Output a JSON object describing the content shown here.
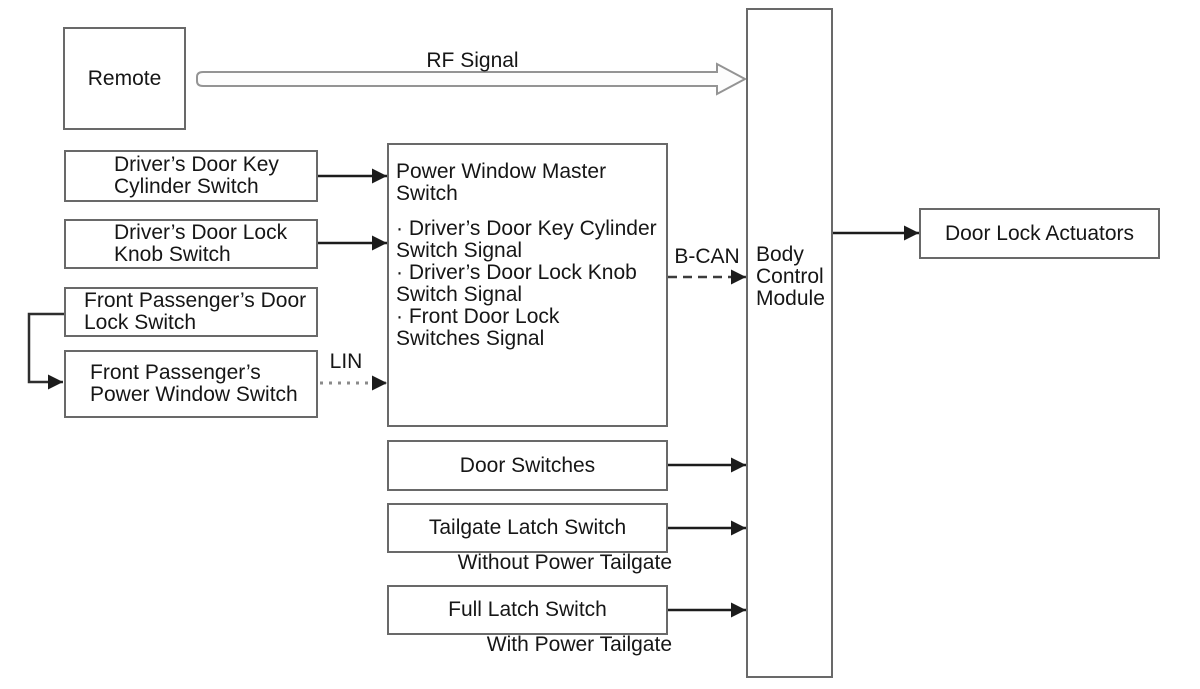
{
  "diagram": {
    "boxes": {
      "remote": {
        "lines": [
          "Remote"
        ]
      },
      "driver_door_key_cylinder_switch": {
        "lines": [
          "Driver’s Door Key",
          "Cylinder Switch"
        ]
      },
      "driver_door_lock_knob_switch": {
        "lines": [
          "Driver’s Door Lock",
          "Knob Switch"
        ]
      },
      "front_passenger_door_lock_switch": {
        "lines": [
          "Front Passenger’s Door",
          "Lock Switch"
        ]
      },
      "front_passenger_power_window_switch": {
        "lines": [
          "Front Passenger’s",
          "Power Window Switch"
        ]
      },
      "power_window_master_switch": {
        "title": "Power Window Master Switch",
        "bullets": [
          {
            "lines": [
              "· Driver’s Door Key Cylinder",
              "Switch Signal"
            ]
          },
          {
            "lines": [
              "· Driver’s Door Lock Knob",
              "Switch Signal"
            ]
          },
          {
            "lines": [
              "· Front Door Lock",
              "Switches Signal"
            ]
          }
        ]
      },
      "body_control_module": {
        "lines": [
          "Body",
          "Control",
          "Module"
        ]
      },
      "door_lock_actuators": {
        "lines": [
          "Door Lock Actuators"
        ]
      },
      "door_switches": {
        "lines": [
          "Door Switches"
        ]
      },
      "tailgate_latch_switch": {
        "lines": [
          "Tailgate Latch Switch"
        ]
      },
      "full_latch_switch": {
        "lines": [
          "Full Latch Switch"
        ]
      }
    },
    "labels": {
      "rf_signal": "RF Signal",
      "b_can": "B-CAN",
      "lin": "LIN",
      "without_power_tailgate": "Without Power Tailgate",
      "with_power_tailgate": "With Power Tailgate"
    },
    "colors": {
      "box_border": "#696969",
      "arrow": "#1c1c1c",
      "bcan_dash": "#3c3c3c",
      "lin_dots": "#8a8a8a",
      "rf_outline": "#949494",
      "rf_fill": "#fdfdfd",
      "text": "#161616",
      "background": "#ffffff"
    }
  }
}
